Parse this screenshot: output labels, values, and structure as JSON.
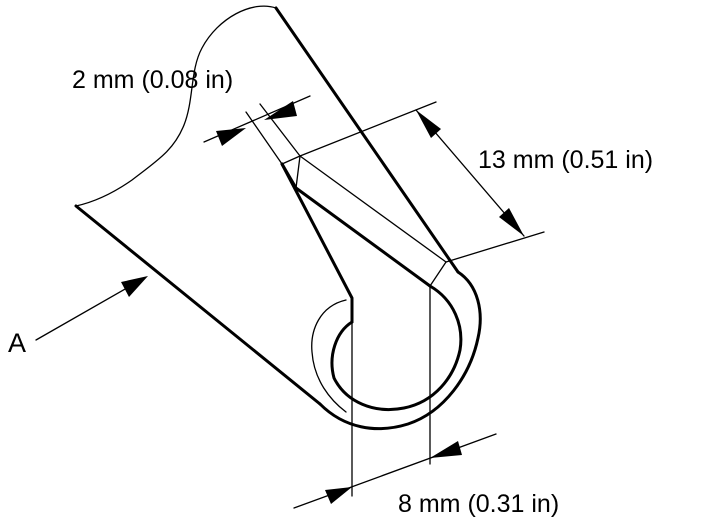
{
  "dimensions": {
    "hem_width": "2 mm (0.08 in)",
    "hem_length": "13 mm (0.51 in)",
    "hem_diameter": "8 mm (0.31 in)"
  },
  "callouts": {
    "view_a": "A"
  },
  "colors": {
    "line": "#000000",
    "background": "#ffffff"
  }
}
